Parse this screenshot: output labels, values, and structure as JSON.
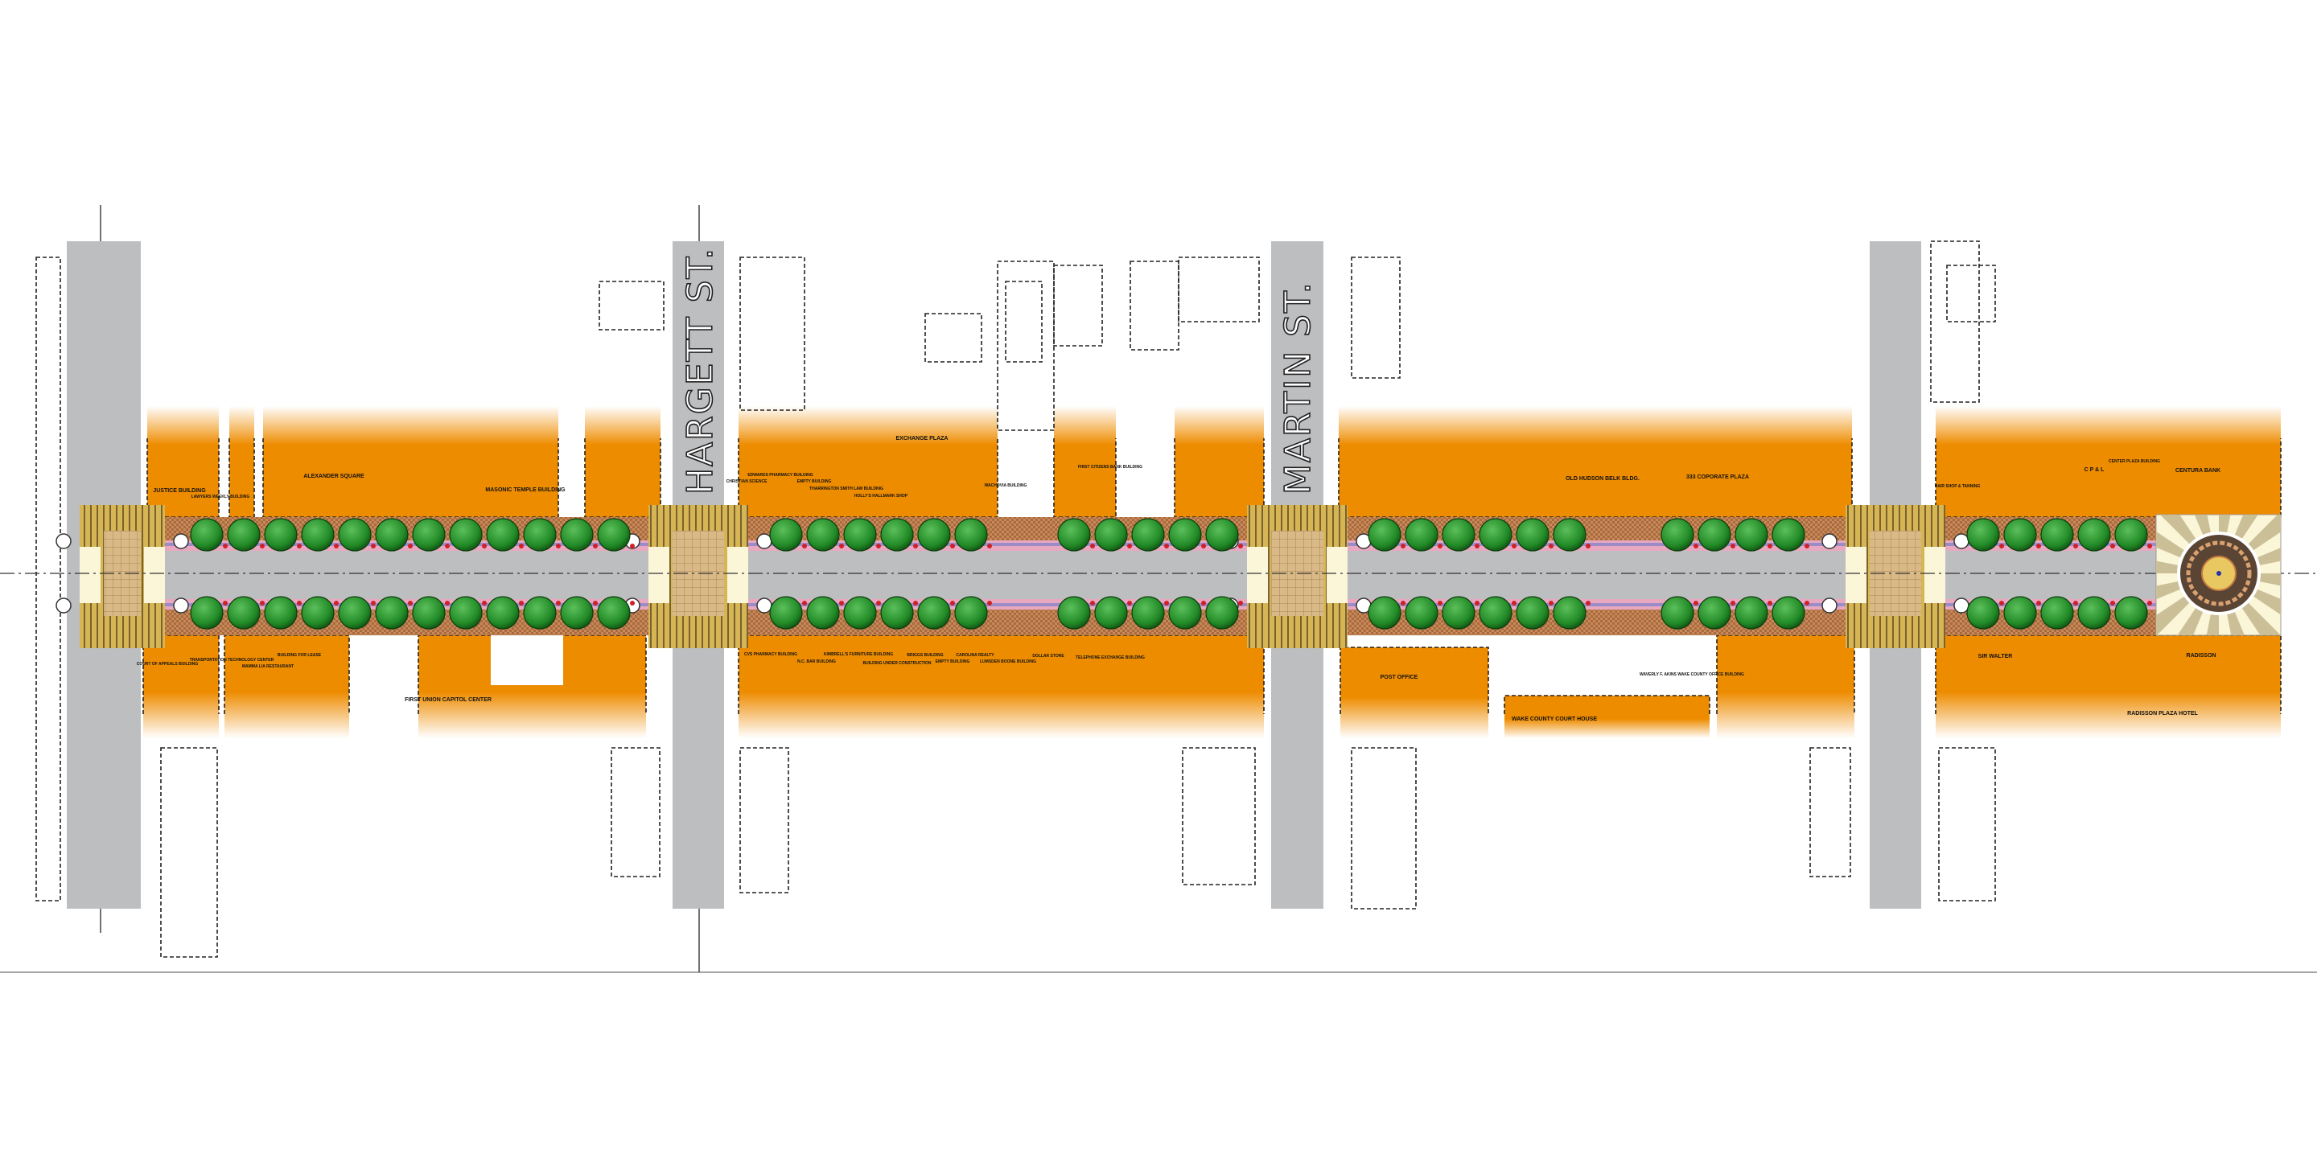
{
  "streets": {
    "hargett": "HARGETT ST.",
    "martin": "MARTIN ST."
  },
  "colors": {
    "building": "#ee8c00",
    "road": "#bdbec0",
    "tree": "#2e8b2e",
    "brick": "#c08250",
    "cream": "#fbf6d8",
    "paving": "#c9a84a"
  },
  "labels": {
    "north": {
      "justice": "JUSTICE BUILDING",
      "lawyers": "LAWYERS WEEKLY BUILDING",
      "alexander": "ALEXANDER SQUARE",
      "masonic": "MASONIC TEMPLE BUILDING",
      "christian": "CHRISTIAN SCIENCE",
      "edwards": "EDWARDS PHARMACY BUILDING",
      "empty": "EMPTY BUILDING",
      "tharrington": "THARRINGTON SMITH LAW BUILDING",
      "hollys": "HOLLY'S HALLMARK SHOP",
      "exchange": "EXCHANGE PLAZA",
      "wachovia": "WACHOVIA BUILDING",
      "first_citizens": "FIRST CITIZENS BANK BUILDING",
      "hudson": "OLD HUDSON BELK BLDG.",
      "corporate": "333 COPORATE PLAZA",
      "hair": "HAIR SHOP & TANNING",
      "cpl": "C P & L",
      "center_plaza": "CENTER PLAZA BUILDING",
      "centura": "CENTURA BANK"
    },
    "south": {
      "court_appeals": "COURT OF APPEALS BUILDING",
      "transportation": "TRANSPORTATION TECHNOLOGY CENTER",
      "mamma": "MAMMA LIA RESTAURANT",
      "lease": "BUILDING FOR LEASE",
      "first_union": "FIRST UNION CAPITOL CENTER",
      "cvs": "CVS PHARMACY BUILDING",
      "ncbar": "N.C. BAR BUILDING",
      "kimbrell": "KIMBRELL'S FURNITURE BUILDING",
      "construction": "BUILDING UNDER CONSTRUCTION",
      "briggs": "BRIGGS BUILDING",
      "empty2": "EMPTY BUILDING",
      "carolina": "CAROLINA REALTY",
      "lumsden": "LUMSDEN BOONE BUILDING",
      "dollar": "DOLLAR STORE",
      "telephone": "TELEPHONE EXCHANGE BUILDING",
      "post": "POST OFFICE",
      "courthouse": "WAKE COUNTY COURT HOUSE",
      "akins": "WAVERLY F. AKINS WAKE COUNTY OFFICE BUILDING",
      "sir_walter": "SIR WALTER",
      "radisson": "RADISSON",
      "radisson_hotel": "RADISSON PLAZA HOTEL"
    }
  }
}
